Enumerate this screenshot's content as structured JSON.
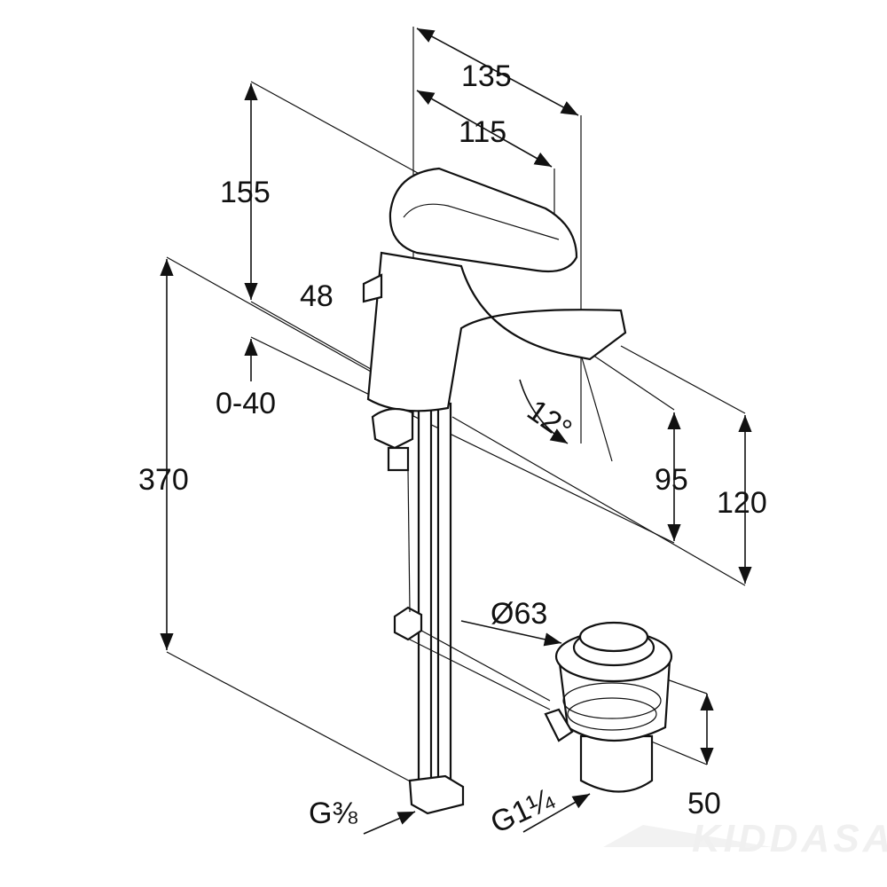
{
  "drawing": {
    "title": "Basin mixer dimension drawing",
    "dimensions": {
      "d135": "135",
      "d115": "115",
      "d155": "155",
      "d48": "48",
      "d0_40": "0-40",
      "d370": "370",
      "angle": "12°",
      "d95": "95",
      "d120": "120",
      "dia63": "Ø63",
      "d50": "50",
      "g38": "G⅜",
      "g114": "G1¼"
    },
    "watermark": "KIDDASA"
  }
}
